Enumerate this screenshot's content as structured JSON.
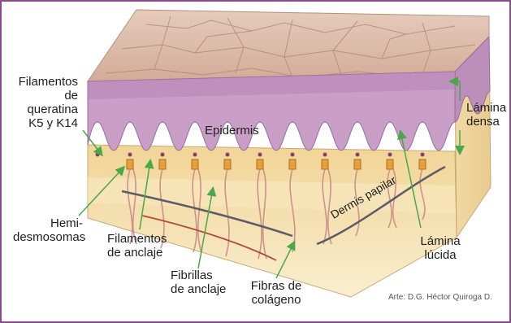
{
  "diagram": {
    "labels": {
      "filamentos_queratina": [
        "Filamentos",
        "de",
        "queratina",
        "K5 y K14"
      ],
      "epidermis": "Epidermis",
      "lamina_densa": [
        "Lámina",
        "densa"
      ],
      "hemidesmosomas": [
        "Hemi-",
        "desmosomas"
      ],
      "filamentos_anclaje": [
        "Filamentos",
        "de anclaje"
      ],
      "fibrillas_anclaje": [
        "Fibrillas",
        "de anclaje"
      ],
      "fibras_colageno": [
        "Fibras de",
        "colágeno"
      ],
      "dermis_papilar": "Dermis papilar",
      "lamina_lucida": [
        "Lámina",
        "lúcida"
      ]
    },
    "credit": "Arte: D.G. Héctor Quiroga D.",
    "colors": {
      "frame": "#8b4a8c",
      "skin_top": "#d9b8a6",
      "epidermis": "#c59ac4",
      "dermis": "#f2d6a0",
      "dermis_light": "#f8ecc8",
      "arrow": "#4aa84a"
    }
  }
}
